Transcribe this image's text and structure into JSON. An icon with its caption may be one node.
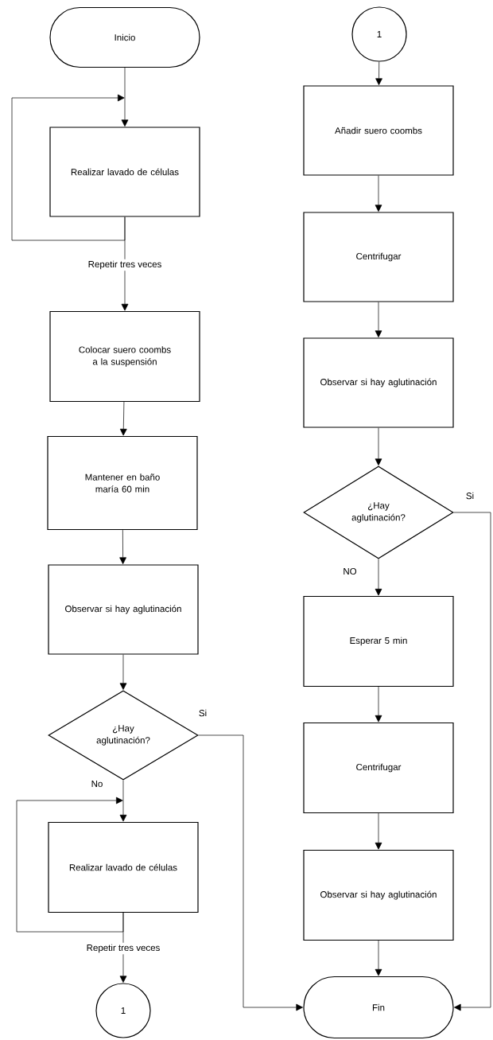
{
  "diagram": {
    "nodes": [
      {
        "text": [
          "Inicio"
        ]
      },
      {
        "text": [
          "Realizar lavado de células"
        ]
      },
      {
        "text": [
          "Colocar suero coombs a la suspensión"
        ]
      },
      {
        "text": [
          "Mantener en baño maría 60 min"
        ]
      },
      {
        "text": [
          "Observar si hay aglutinación"
        ]
      },
      {
        "text": [
          "¿Hay aglutinación?"
        ]
      },
      {
        "text": [
          "Realizar lavado de células"
        ]
      },
      {
        "text": [
          "1"
        ]
      },
      {
        "text": [
          "1"
        ]
      },
      {
        "text": [
          "Añadir suero coombs"
        ]
      },
      {
        "text": [
          "Centrifugar"
        ]
      },
      {
        "text": [
          "Observar si hay aglutinación"
        ]
      },
      {
        "text": [
          "¿Hay aglutinación?"
        ]
      },
      {
        "text": [
          "Esperar 5 min"
        ]
      },
      {
        "text": [
          "Centrifugar"
        ]
      },
      {
        "text": [
          "Observar si hay aglutinación"
        ]
      },
      {
        "text": [
          "Fin"
        ]
      }
    ],
    "edges": [
      {
        "from": 0,
        "to": 1,
        "arrow": "to"
      },
      {
        "from": 1,
        "to": 1,
        "arrow": "to"
      },
      {
        "from": 1,
        "to": 2,
        "arrow": "to",
        "label": "Repetir tres veces"
      },
      {
        "from": 2,
        "to": 3,
        "arrow": "to"
      },
      {
        "from": 3,
        "to": 4,
        "arrow": "to"
      },
      {
        "from": 4,
        "to": 5,
        "arrow": "to"
      },
      {
        "from": 5,
        "to": 6,
        "arrow": "to",
        "label": "No"
      },
      {
        "from": 6,
        "to": 6,
        "arrow": "to"
      },
      {
        "from": 6,
        "to": 7,
        "arrow": "to",
        "label": "Repetir tres veces"
      },
      {
        "from": 5,
        "to": 16,
        "arrow": "to",
        "label": "Si"
      },
      {
        "from": 8,
        "to": 9,
        "arrow": "to"
      },
      {
        "from": 9,
        "to": 10,
        "arrow": "to"
      },
      {
        "from": 10,
        "to": 11,
        "arrow": "to"
      },
      {
        "from": 11,
        "to": 12,
        "arrow": "to"
      },
      {
        "from": 12,
        "to": 13,
        "arrow": "to",
        "label": "NO"
      },
      {
        "from": 12,
        "to": 16,
        "arrow": "to",
        "label": "Si"
      },
      {
        "from": 13,
        "to": 14,
        "arrow": "to"
      },
      {
        "from": 14,
        "to": 15,
        "arrow": "to"
      },
      {
        "from": 15,
        "to": 16,
        "arrow": "to"
      }
    ]
  }
}
